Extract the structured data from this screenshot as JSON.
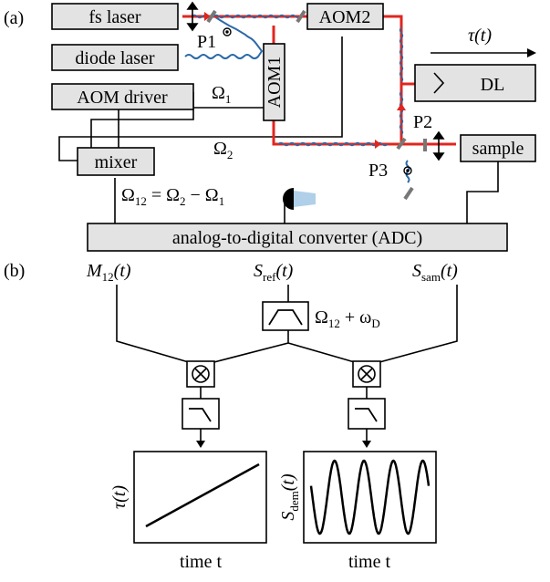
{
  "panel_labels": {
    "a": "(a)",
    "b": "(b)"
  },
  "setup": {
    "fs_laser": "fs laser",
    "diode_laser": "diode laser",
    "aom_driver": "AOM driver",
    "mixer": "mixer",
    "aom1": "AOM1",
    "aom2": "AOM2",
    "dl": "DL",
    "sample": "sample",
    "adc": "analog-to-digital converter (ADC)",
    "p1": "P1",
    "p2": "P2",
    "p3": "P3",
    "omega1": "Ω",
    "omega1_sub": "1",
    "omega2": "Ω",
    "omega2_sub": "2",
    "tau": "τ(t)",
    "omega12_eq": {
      "a": "Ω",
      "a_sub": "12",
      "b": " = Ω",
      "b_sub": "2",
      "c": " − Ω",
      "c_sub": "1"
    }
  },
  "processing": {
    "m12": {
      "base": "M",
      "sub": "12",
      "arg": "(t)"
    },
    "sref": {
      "base": "S",
      "sub": "ref",
      "arg": "(t)"
    },
    "ssam": {
      "base": "S",
      "sub": "sam",
      "arg": "(t)"
    },
    "bandpass": {
      "a": "Ω",
      "a_sub": "12",
      "b": " + ω",
      "b_sub": "D"
    },
    "left_plot": {
      "ylabel": "τ(t)",
      "xlabel": "time t"
    },
    "right_plot": {
      "ylabel_base": "S",
      "ylabel_sub": "dem",
      "ylabel_arg": "(t)",
      "xlabel": "time t"
    }
  },
  "colors": {
    "beam": "#e0261f",
    "fiber": "#2b6aa8",
    "box_fill": "#e3e3e3"
  }
}
